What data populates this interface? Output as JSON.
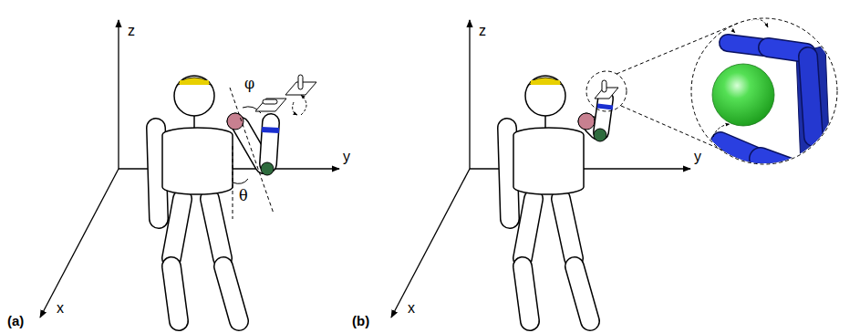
{
  "diagram": {
    "labels": [
      "z",
      "y",
      "x",
      "φ",
      "θ",
      "(a)",
      "z",
      "y",
      "x",
      "(b)"
    ]
  }
}
